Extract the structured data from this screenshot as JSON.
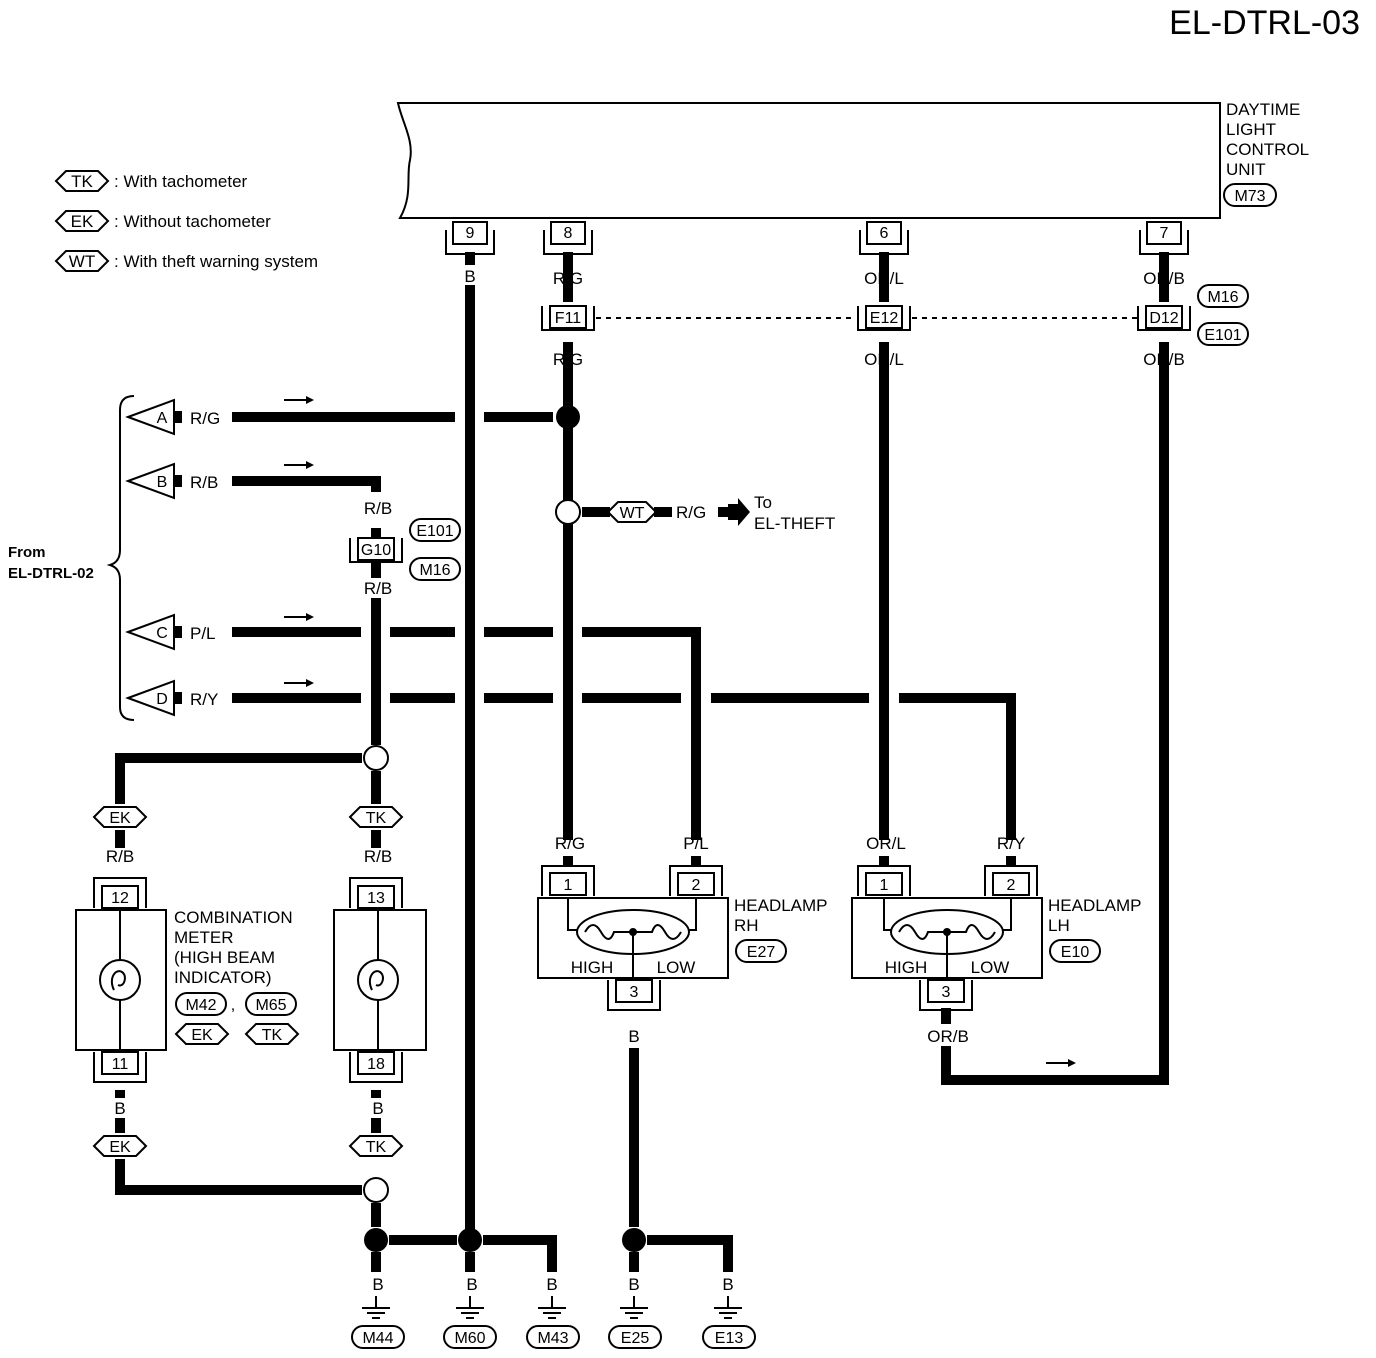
{
  "page_code": "EL-DTRL-03",
  "legend": [
    {
      "tag": "TK",
      "text": ": With tachometer"
    },
    {
      "tag": "EK",
      "text": ": Without tachometer"
    },
    {
      "tag": "WT",
      "text": ": With theft warning system"
    }
  ],
  "control_unit": {
    "lines": [
      "DAYTIME",
      "LIGHT",
      "CONTROL",
      "UNIT"
    ],
    "connector": "M73",
    "pins": [
      "9",
      "8",
      "6",
      "7"
    ]
  },
  "pin_wires": {
    "p9": "B",
    "p8": "R/G",
    "p6": "OR/L",
    "p7": "OR/B"
  },
  "inline_connectors": {
    "f11": "F11",
    "e12": "E12",
    "d12": "D12",
    "g10": "G10",
    "m16": "M16",
    "e101": "E101"
  },
  "below_connector": {
    "c8": "R/G",
    "c6": "OR/L",
    "c7": "OR/B"
  },
  "from_label": [
    "From",
    "EL-DTRL-02"
  ],
  "inputs": [
    {
      "letter": "A",
      "color": "R/G"
    },
    {
      "letter": "B",
      "color": "R/B"
    },
    {
      "letter": "C",
      "color": "P/L"
    },
    {
      "letter": "D",
      "color": "R/Y"
    }
  ],
  "rb_labels": {
    "above_g10": "R/B",
    "below_g10": "R/B"
  },
  "theft": {
    "tag": "WT",
    "color": "R/G",
    "dest": [
      "To",
      "EL-THEFT"
    ]
  },
  "meter": {
    "tags": {
      "left": "EK",
      "right": "TK"
    },
    "wire_top": "R/B",
    "wire_bottom": "B",
    "left_pins": [
      "12",
      "11"
    ],
    "right_pins": [
      "13",
      "18"
    ],
    "label": [
      "COMBINATION",
      "METER",
      "(HIGH BEAM",
      "INDICATOR)"
    ],
    "connectors": [
      "M42",
      "M65"
    ],
    "comma": ","
  },
  "headlamp_rh": {
    "label": [
      "HEADLAMP",
      "RH"
    ],
    "connector": "E27",
    "pin1": "1",
    "pin2": "2",
    "pin3": "3",
    "wire1": "R/G",
    "wire2": "P/L",
    "wire3": "B",
    "high": "HIGH",
    "low": "LOW"
  },
  "headlamp_lh": {
    "label": [
      "HEADLAMP",
      "LH"
    ],
    "connector": "E10",
    "pin1": "1",
    "pin2": "2",
    "pin3": "3",
    "wire1": "OR/L",
    "wire2": "R/Y",
    "wire3": "OR/B",
    "high": "HIGH",
    "low": "LOW"
  },
  "grounds": [
    {
      "wire": "B",
      "id": "M44"
    },
    {
      "wire": "B",
      "id": "M60"
    },
    {
      "wire": "B",
      "id": "M43"
    },
    {
      "wire": "B",
      "id": "E25"
    },
    {
      "wire": "B",
      "id": "E13"
    }
  ]
}
